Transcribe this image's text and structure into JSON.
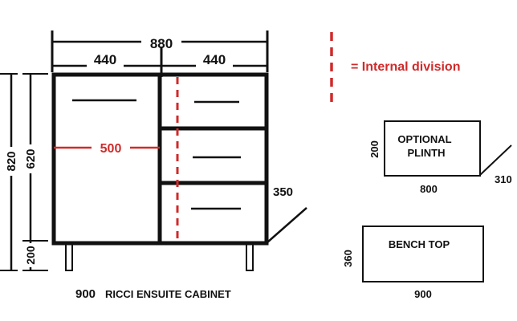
{
  "colors": {
    "line": "#111111",
    "accent": "#d02a2a",
    "background": "#ffffff"
  },
  "dimensions": {
    "overall_width": "880",
    "left_section_width": "440",
    "right_section_width": "440",
    "overall_height": "820",
    "carcass_height": "620",
    "leg_height": "200",
    "internal_division_depth": "500",
    "cabinet_depth": "350"
  },
  "legend": {
    "label": "= Internal division"
  },
  "plinth": {
    "label_line1": "OPTIONAL",
    "label_line2": "PLINTH",
    "width": "800",
    "height": "200",
    "depth": "310"
  },
  "bench_top": {
    "label": "BENCH TOP",
    "width": "900",
    "depth": "360"
  },
  "caption": {
    "size": "900",
    "name": "RICCI ENSUITE CABINET"
  }
}
